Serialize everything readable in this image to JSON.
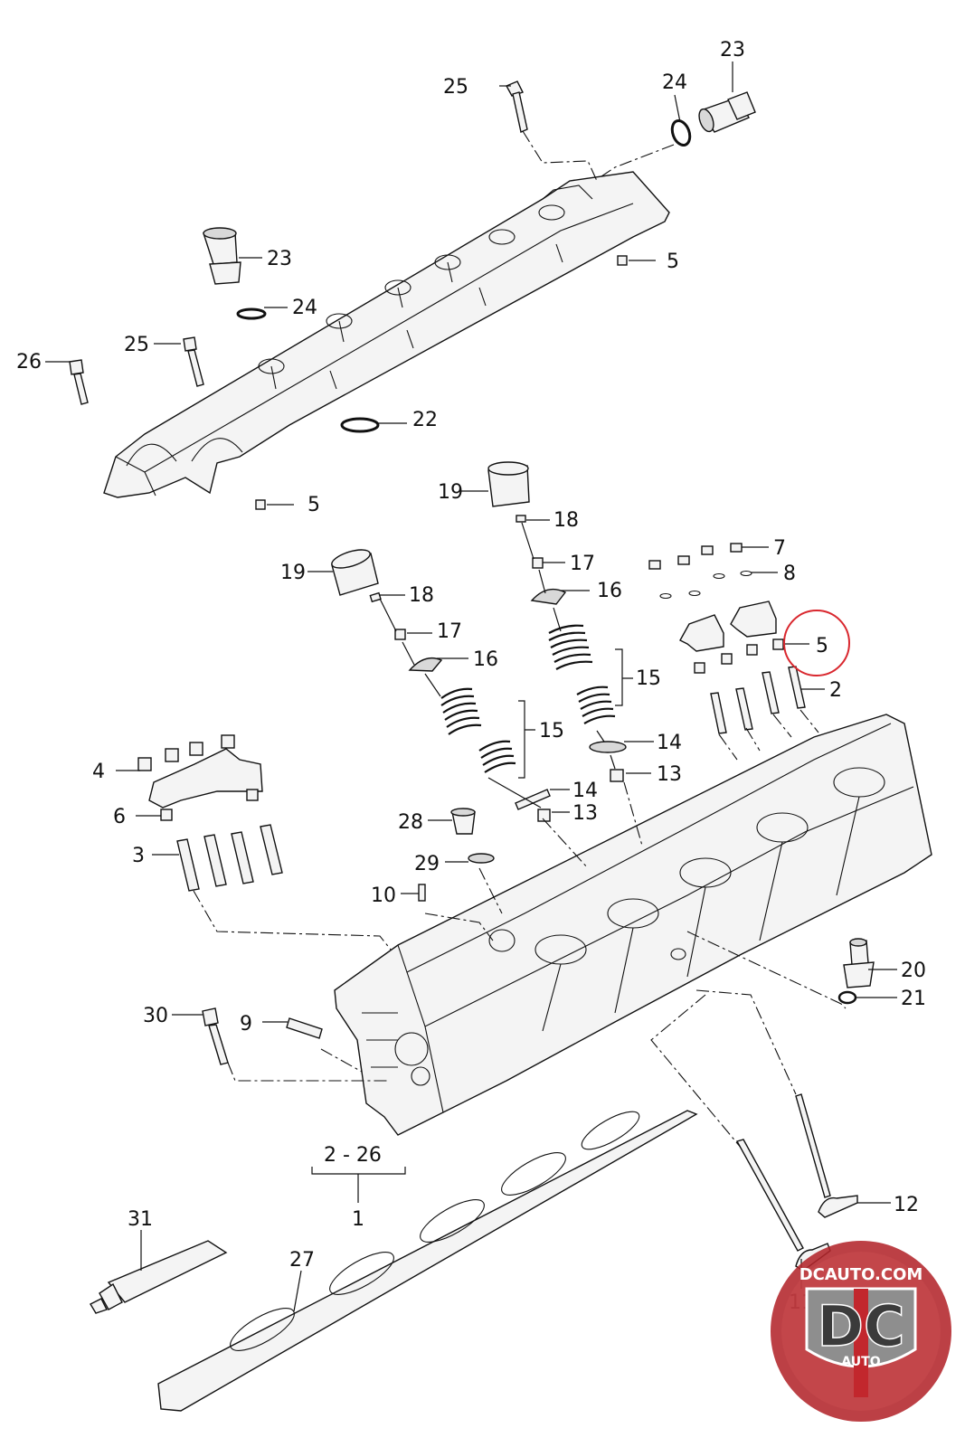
{
  "labels": {
    "l1": "1",
    "l2": "2",
    "l2_26": "2 - 26",
    "l3": "3",
    "l4": "4",
    "l5a": "5",
    "l5b": "5",
    "l5c": "5",
    "l6": "6",
    "l7": "7",
    "l8": "8",
    "l9": "9",
    "l10": "10",
    "l11": "11",
    "l12": "12",
    "l13a": "13",
    "l13b": "13",
    "l14a": "14",
    "l14b": "14",
    "l15a": "15",
    "l15b": "15",
    "l16a": "16",
    "l16b": "16",
    "l17a": "17",
    "l17b": "17",
    "l18a": "18",
    "l18b": "18",
    "l19a": "19",
    "l19b": "19",
    "l20": "20",
    "l21": "21",
    "l22": "22",
    "l23a": "23",
    "l23b": "23",
    "l24a": "24",
    "l24b": "24",
    "l25a": "25",
    "l25b": "25",
    "l26": "26",
    "l27": "27",
    "l28": "28",
    "l29": "29",
    "l30": "30",
    "l31": "31"
  },
  "logo": {
    "url_text": "DCAUTO.COM",
    "letters": "DC",
    "sub_text": "AUTO",
    "colors": {
      "ring": "#b3262b",
      "badge": "#9a9a9a",
      "accent": "#c2272d"
    }
  },
  "highlight": {
    "color": "#d9272e"
  }
}
